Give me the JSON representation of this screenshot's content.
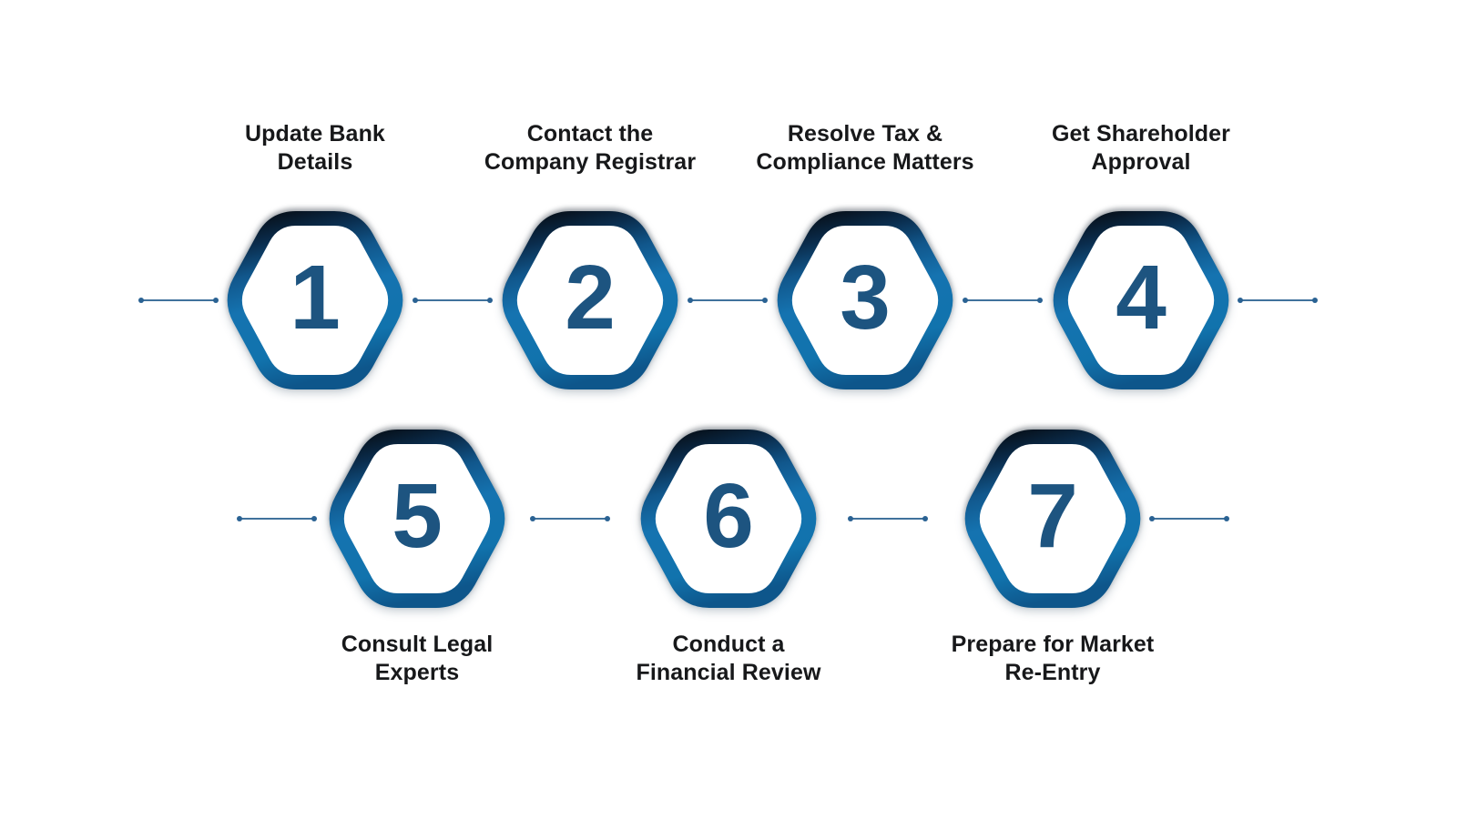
{
  "diagram_type": "hexagon-process-flow",
  "steps": [
    {
      "number": "1",
      "label": "Update Bank\nDetails"
    },
    {
      "number": "2",
      "label": "Contact the\nCompany Registrar"
    },
    {
      "number": "3",
      "label": "Resolve Tax &\nCompliance Matters"
    },
    {
      "number": "4",
      "label": "Get Shareholder\nApproval"
    },
    {
      "number": "5",
      "label": "Consult Legal\nExperts"
    },
    {
      "number": "6",
      "label": "Conduct a\nFinancial Review"
    },
    {
      "number": "7",
      "label": "Prepare for Market\nRe-Entry"
    }
  ],
  "colors": {
    "background": "#ffffff",
    "number": "#1d5480",
    "label": "#17181a",
    "line": "#40729c",
    "dot": "#2a6293",
    "hex_grad": [
      "#071421",
      "#0a2c4c",
      "#11578c",
      "#1573b0",
      "#1173ad",
      "#0e568b"
    ]
  }
}
